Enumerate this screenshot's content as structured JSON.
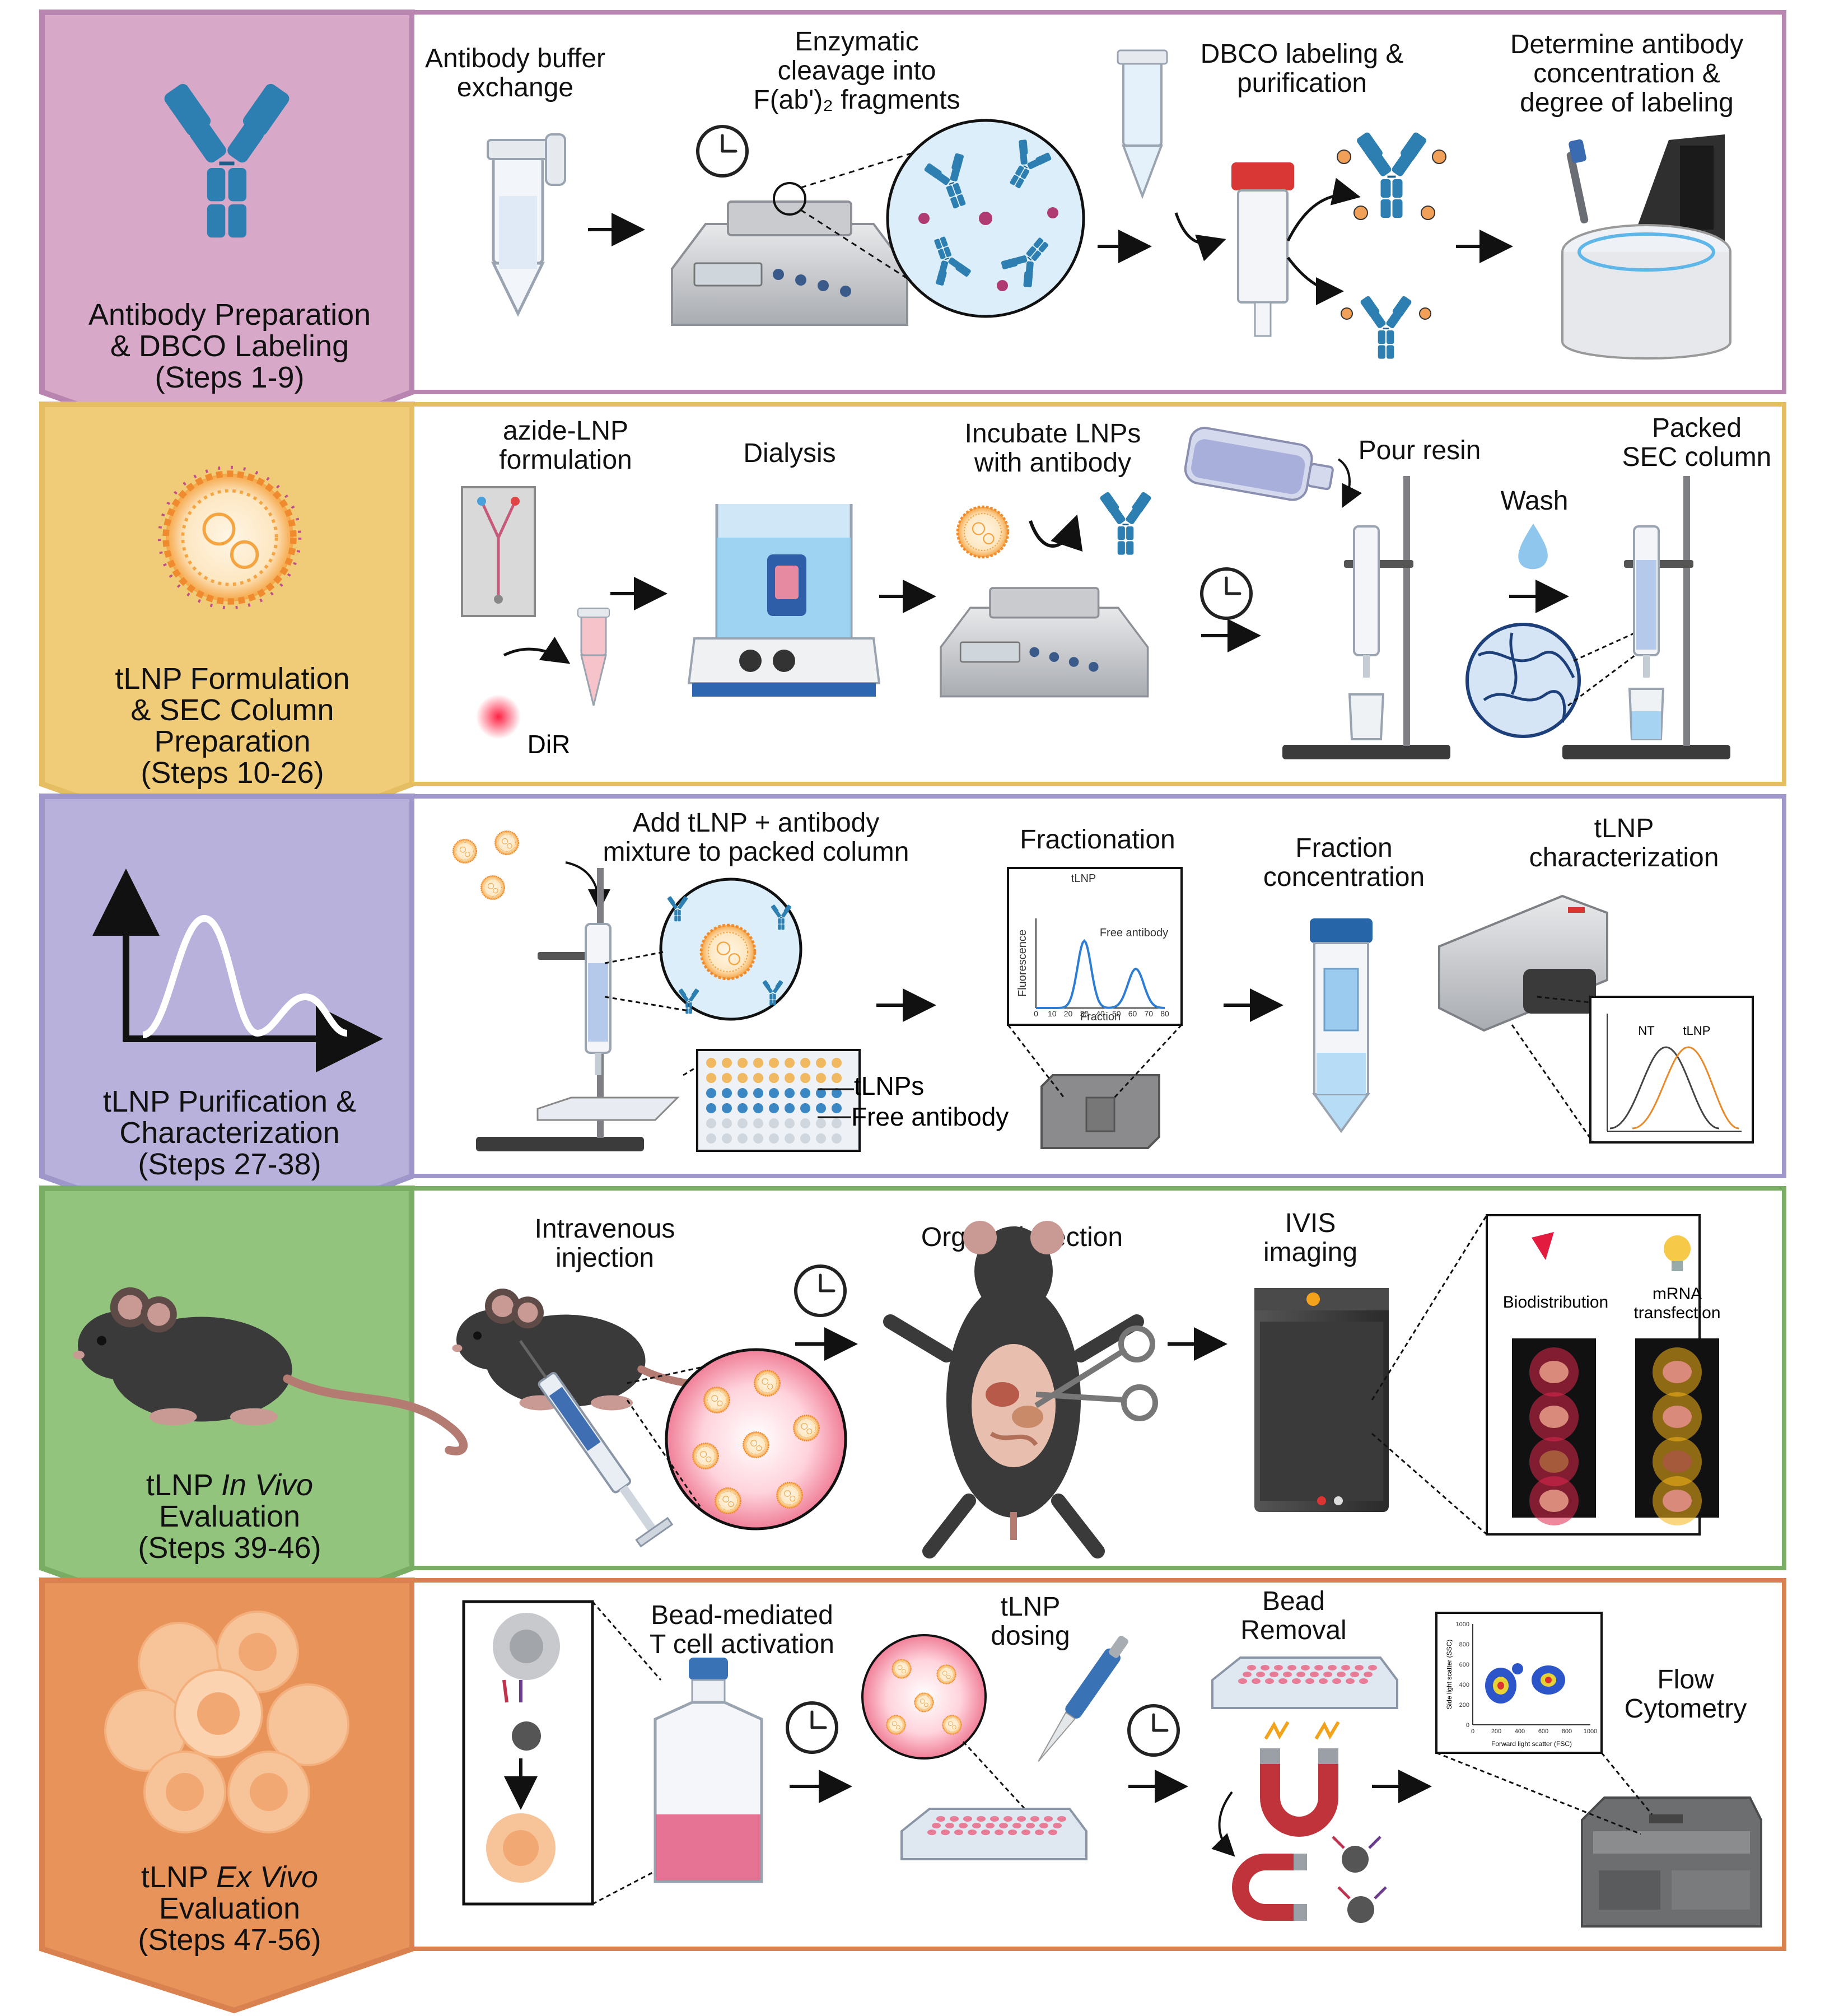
{
  "colors": {
    "section1": "#d7a8c7",
    "section1_border": "#b884b0",
    "section2": "#f1cc78",
    "section2_border": "#e5bd63",
    "section3": "#b8b1db",
    "section3_border": "#9f97c9",
    "section4": "#93c47d",
    "section4_border": "#78ad63",
    "section5": "#e8935a",
    "section5_border": "#d98250",
    "antibody_blue": "#2c7fb0",
    "lnp_orange": "#f5a442"
  },
  "sections": [
    {
      "side": [
        "Antibody Preparation",
        "& DBCO Labeling",
        "(Steps 1-9)"
      ],
      "icon": "antibody-icon",
      "steps": [
        [
          "Antibody buffer",
          "exchange"
        ],
        [
          "Enzymatic",
          "cleavage into",
          "F(ab')₂ fragments"
        ],
        [
          "DBCO labeling &",
          "purification"
        ],
        [
          "Determine antibody",
          "concentration &",
          "degree of labeling"
        ]
      ]
    },
    {
      "side": [
        "tLNP Formulation",
        "& SEC Column",
        "Preparation",
        "(Steps 10-26)"
      ],
      "icon": "lnp-icon",
      "steps": [
        [
          "azide-LNP",
          "formulation"
        ],
        [
          "Dialysis"
        ],
        [
          "Incubate LNPs",
          "with antibody"
        ],
        [
          "Pour resin"
        ],
        [
          "Wash"
        ],
        [
          "Packed",
          "SEC column"
        ]
      ],
      "extra": {
        "dir": "DiR"
      }
    },
    {
      "side": [
        "tLNP Purification &",
        "Characterization",
        "(Steps 27-38)"
      ],
      "icon": "chromatogram-icon",
      "steps": [
        [
          "Add tLNP + antibody",
          "mixture to packed column"
        ],
        [
          "Fractionation"
        ],
        [
          "Fraction",
          "concentration"
        ],
        [
          "tLNP",
          "characterization"
        ]
      ],
      "plate_labels": [
        "tLNPs",
        "Free antibody"
      ],
      "fraction_plot": {
        "tlnp": "tLNP",
        "free": "Free antibody",
        "ylabel": "Fluorescence",
        "xlabel": "Fraction",
        "ticks": [
          "0",
          "10",
          "20",
          "30",
          "40",
          "50",
          "60",
          "70",
          "80"
        ]
      },
      "dls_plot": {
        "nt": "NT",
        "tlnp": "tLNP"
      }
    },
    {
      "side": [
        "tLNP In Vivo",
        "Evaluation",
        "(Steps 39-46)"
      ],
      "side_title_prefix": "tLNP ",
      "side_title_italic": "In Vivo",
      "icon": "mouse-icon",
      "steps": [
        [
          "Intravenous",
          "injection"
        ],
        [
          "Organ dissection"
        ],
        [
          "IVIS",
          "imaging"
        ]
      ],
      "ivis_panel": {
        "biodistribution": "Biodistribution",
        "mrna": [
          "mRNA",
          "transfection"
        ]
      }
    },
    {
      "side": [
        "tLNP Ex Vivo",
        "Evaluation",
        "(Steps 47-56)"
      ],
      "side_title_prefix": "tLNP ",
      "side_title_italic": "Ex Vivo",
      "icon": "cells-icon",
      "steps": [
        [
          "Bead-mediated",
          "T cell activation"
        ],
        [
          "tLNP",
          "dosing"
        ],
        [
          "Bead",
          "Removal"
        ],
        [
          "Flow",
          "Cytometry"
        ]
      ],
      "flow_plot": {
        "xlabel": "Forward light scatter (FSC)",
        "ylabel": "Side light scatter (SSC)",
        "xticks": [
          "0",
          "200",
          "400",
          "600",
          "800",
          "1000"
        ],
        "yticks": [
          "0",
          "200",
          "400",
          "600",
          "800",
          "1000"
        ]
      }
    }
  ]
}
